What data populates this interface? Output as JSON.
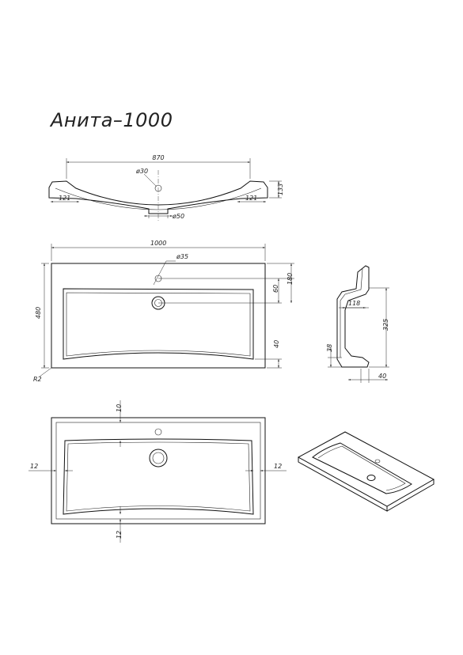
{
  "title": "Анита–1000",
  "top_view": {
    "width": "870",
    "hole": "ø30",
    "left_edge": "121",
    "right_edge": "121",
    "height": "133",
    "drain": "ø50"
  },
  "plan_view": {
    "width": "1000",
    "hole": "ø35",
    "depth": "480",
    "d60": "60",
    "d180": "180",
    "d40": "40",
    "radius": "R2"
  },
  "side_view": {
    "d118": "118",
    "d325": "325",
    "d38": "38",
    "d40": "40"
  },
  "bottom_view": {
    "top": "10",
    "left": "12",
    "right": "12",
    "bottom": "12"
  },
  "colors": {
    "line": "#111111",
    "paper": "#ffffff"
  }
}
